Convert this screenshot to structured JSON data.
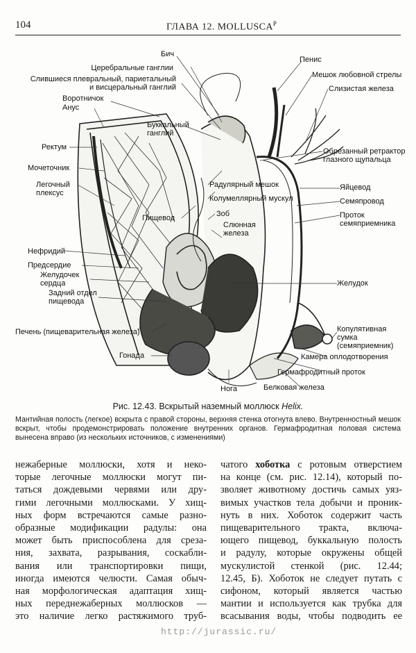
{
  "header": {
    "page_number": "104",
    "running_head": "ГЛАВА 12. MOLLUSCA",
    "superscript": "P"
  },
  "figure": {
    "labels_left": [
      "Церебральные ганглии",
      "Слившиеся плевральный, париетальный",
      "и висцеральный ганглий",
      "Воротничок",
      "Анус",
      "Ректум",
      "Мочеточник",
      "Легочный",
      "плексус",
      "Нефридий",
      "Предсердие",
      "Желудочек",
      "сердца",
      "Задний отдел",
      "пищевода",
      "Печень (пищеварительная железа)",
      "Гонада"
    ],
    "labels_center": [
      "Бич",
      "Буккальный",
      "ганглий",
      "Пищевод",
      "Радулярный мешок",
      "Колумеллярный мускул",
      "Зоб",
      "Слюнная",
      "железа",
      "Нога"
    ],
    "labels_right": [
      "Пенис",
      "Мешок любовной стрелы",
      "Слизистая железа",
      "Обрезанный ретрактор",
      "глазного щупальца",
      "Яйцевод",
      "Семяпровод",
      "Проток",
      "семяприемника",
      "Желудок",
      "Копулятивная",
      "сумка",
      "(семяприемник)",
      "Камера оплодотворения",
      "Гермафродитный проток",
      "Белковая железа"
    ]
  },
  "caption": {
    "title_prefix": "Рис. 12.43. Вскрытый наземный моллюск ",
    "title_genus": "Helix.",
    "text": "Мантийная полость (легкое) вскрыта с правой стороны, верхняя стенка отогнута влево. Внутренностный мешок вскрыт, чтобы продемонстрировать положение внутренних органов. Гермафродитная половая система вынесена вправо (из нескольких источников, с изменениями)"
  },
  "body": {
    "left_lines": [
      "нежаберные моллюски, хотя и неко-",
      "торые легочные моллюски могут пи-",
      "таться дождевыми червями или дру-",
      "гими легочными моллюсками. У хищ-",
      "ных форм встречаются самые разно-",
      "образные модификации радулы: она",
      "может быть приспособлена для среза-",
      "ния, захвата, разрывания, соскабли-",
      "вания или транспортировки пищи,",
      "иногда имеются челюсти. Самая обыч-",
      "ная морфологическая адаптация хищ-",
      "ных переднежаберных моллюсков —",
      "это наличие легко растяжимого труб-"
    ],
    "right_first_pre": "чатого ",
    "right_first_bold": "хоботка",
    "right_first_post": " с ротовым отверстием",
    "right_lines": [
      "на конце (см. рис. 12.14), который по-",
      "зволяет животному достичь самых уяз-",
      "вимых участков тела добычи и проник-",
      "нуть в них. Хоботок содержит часть",
      "пищеварительного тракта, включа-",
      "ющего пищевод, буккальную полость",
      "и радулу, которые окружены общей",
      "мускулистой стенкой (рис. 12.44;",
      "12.45, Б). Хоботок не следует путать с",
      "сифоном, который является частью",
      "мантии и используется как трубка для",
      "всасывания воды, чтобы подводить ее"
    ]
  },
  "watermark": "http://jurassic.ru/"
}
